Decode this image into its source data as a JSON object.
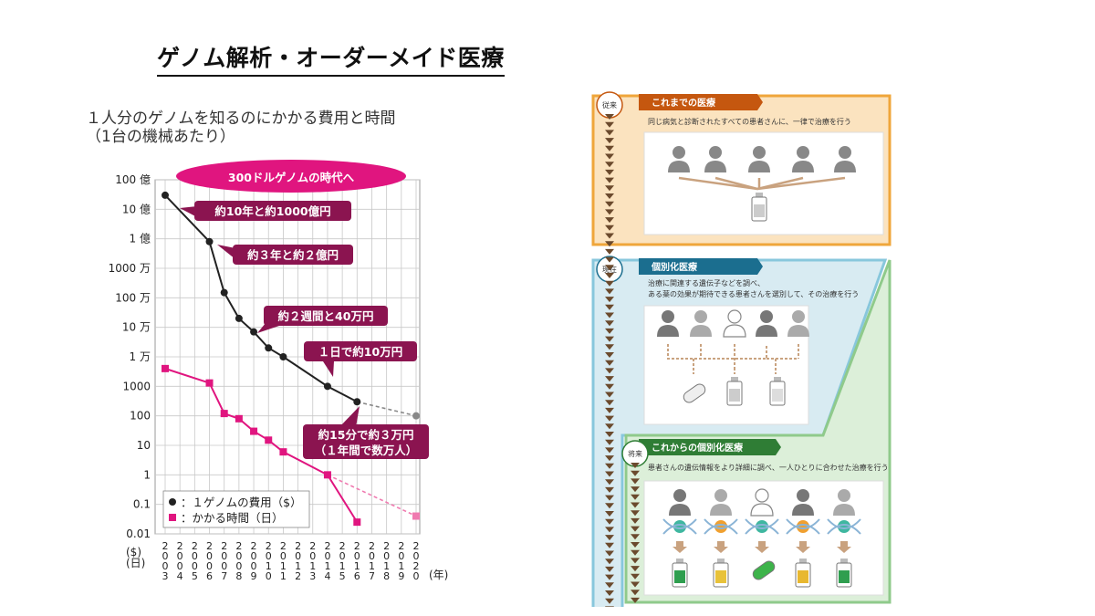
{
  "page": {
    "title": "ゲノム解析・オーダーメイド医療"
  },
  "chart_data": {
    "type": "line",
    "title_line1": "１人分のゲノムを知るのにかかる費用と時間",
    "title_line2": "（1台の機械あたり）",
    "y_scale": "log",
    "ylim": [
      0.01,
      10000000000
    ],
    "y_ticks": [
      {
        "value": 10000000000,
        "label": "100 億"
      },
      {
        "value": 1000000000,
        "label": "10 億"
      },
      {
        "value": 100000000,
        "label": "1 億"
      },
      {
        "value": 10000000,
        "label": "1000 万"
      },
      {
        "value": 1000000,
        "label": "100 万"
      },
      {
        "value": 100000,
        "label": "10 万"
      },
      {
        "value": 10000,
        "label": "1 万"
      },
      {
        "value": 1000,
        "label": "1000"
      },
      {
        "value": 100,
        "label": "100"
      },
      {
        "value": 10,
        "label": "10"
      },
      {
        "value": 1,
        "label": "1"
      },
      {
        "value": 0.1,
        "label": "0.1"
      },
      {
        "value": 0.01,
        "label": "0.01"
      }
    ],
    "x_categories": [
      "2003",
      "2004",
      "2005",
      "2006",
      "2007",
      "2008",
      "2009",
      "2010",
      "2011",
      "2012",
      "2013",
      "2014",
      "2015",
      "2016",
      "2017",
      "2018",
      "2019",
      "2020"
    ],
    "x_unit": "(年)",
    "y_unit_cost": "($)",
    "y_unit_time": "(日)",
    "series": [
      {
        "name": "：１ゲノムの費用（$）",
        "color": "#222222",
        "points": [
          {
            "x": "2003",
            "y": 3000000000
          },
          {
            "x": "2006",
            "y": 80000000
          },
          {
            "x": "2007",
            "y": 1500000
          },
          {
            "x": "2008",
            "y": 200000
          },
          {
            "x": "2009",
            "y": 70000
          },
          {
            "x": "2010",
            "y": 20000
          },
          {
            "x": "2011",
            "y": 10000
          },
          {
            "x": "2014",
            "y": 1000
          },
          {
            "x": "2016",
            "y": 300
          }
        ],
        "projection": [
          {
            "x": "2016",
            "y": 300
          },
          {
            "x": "2020",
            "y": 100
          }
        ]
      },
      {
        "name": "：かかる時間（日）",
        "color": "#e0157f",
        "points": [
          {
            "x": "2003",
            "y": 4000
          },
          {
            "x": "2006",
            "y": 1300
          },
          {
            "x": "2007",
            "y": 120
          },
          {
            "x": "2008",
            "y": 80
          },
          {
            "x": "2009",
            "y": 30
          },
          {
            "x": "2010",
            "y": 15
          },
          {
            "x": "2011",
            "y": 6
          },
          {
            "x": "2014",
            "y": 1
          },
          {
            "x": "2016",
            "y": 0.025
          }
        ],
        "projection": [
          {
            "x": "2014",
            "y": 1
          },
          {
            "x": "2020",
            "y": 0.04
          }
        ]
      }
    ],
    "banner": "300ドルゲノムの時代へ",
    "callouts": [
      {
        "text": "約10年と約1000億円"
      },
      {
        "text": "約３年と約２億円"
      },
      {
        "text": "約２週間と40万円"
      },
      {
        "text": "１日で約10万円"
      },
      {
        "text": "約15分で約３万円",
        "text2": "（１年間で数万人）"
      }
    ],
    "colors": {
      "callout": "#8b1450",
      "banner": "#e0157f",
      "grid": "#c8c8c8",
      "projection_cost": "#888888",
      "projection_time": "#f07ab0"
    }
  },
  "flow": {
    "stages": [
      {
        "tag": "従来",
        "header": "これまでの医療",
        "desc": "同じ病気と診断されたすべての患者さんに、一律で治療を行う"
      },
      {
        "tag": "現在",
        "header": "個別化医療",
        "desc": "治療に関連する遺伝子などを調べ、",
        "desc2": "ある薬の効果が期待できる患者さんを選別して、その治療を行う"
      },
      {
        "tag": "将来",
        "header": "これからの個別化医療",
        "desc": "患者さんの遺伝情報をより詳細に調べ、一人ひとりに合わせた治療を行う"
      }
    ],
    "colors": {
      "past_bg": "#fbe3bf",
      "past_border": "#efa63b",
      "past_hdr": "#c5570f",
      "now_bg": "#d8ebf2",
      "now_border": "#88c7dc",
      "now_hdr": "#1b6e8f",
      "future_bg": "#dcefd9",
      "future_border": "#8fca8b",
      "future_hdr": "#2f7d35",
      "arrow": "#6b4a2d",
      "person": "#888888",
      "tan": "#c9a27f"
    }
  }
}
